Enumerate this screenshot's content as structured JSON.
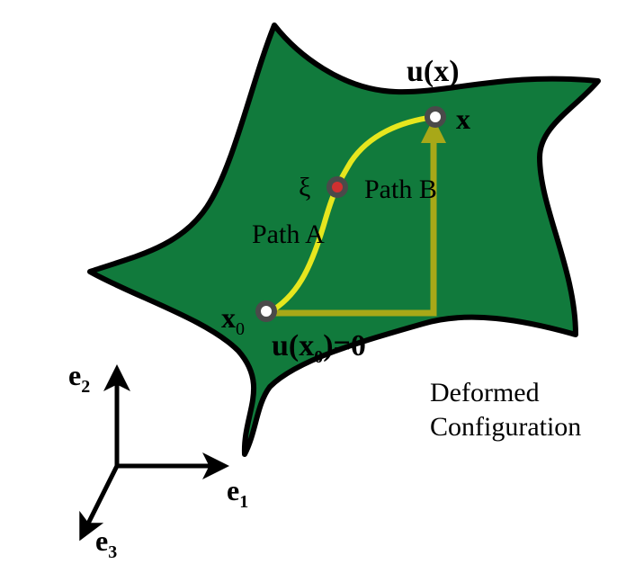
{
  "colors": {
    "body_fill": "#117a3c",
    "outline": "#000000",
    "path_a": "#e6e61e",
    "path_b": "#a8a818",
    "ring": "#4a4a4a",
    "xi_dot": "#d03030"
  },
  "labels": {
    "u_x": "u(x)",
    "x": "x",
    "xi": "ξ",
    "path_a": "Path A",
    "path_b": "Path B",
    "x0_base": "x",
    "x0_sub": "0",
    "u_x0_pre": "u(x",
    "u_x0_sub": "0",
    "u_x0_post": ")=0",
    "config_line1": "Deformed",
    "config_line2": "Configuration"
  },
  "axes": {
    "e1_base": "e",
    "e1_sub": "1",
    "e2_base": "e",
    "e2_sub": "2",
    "e3_base": "e",
    "e3_sub": "3"
  }
}
